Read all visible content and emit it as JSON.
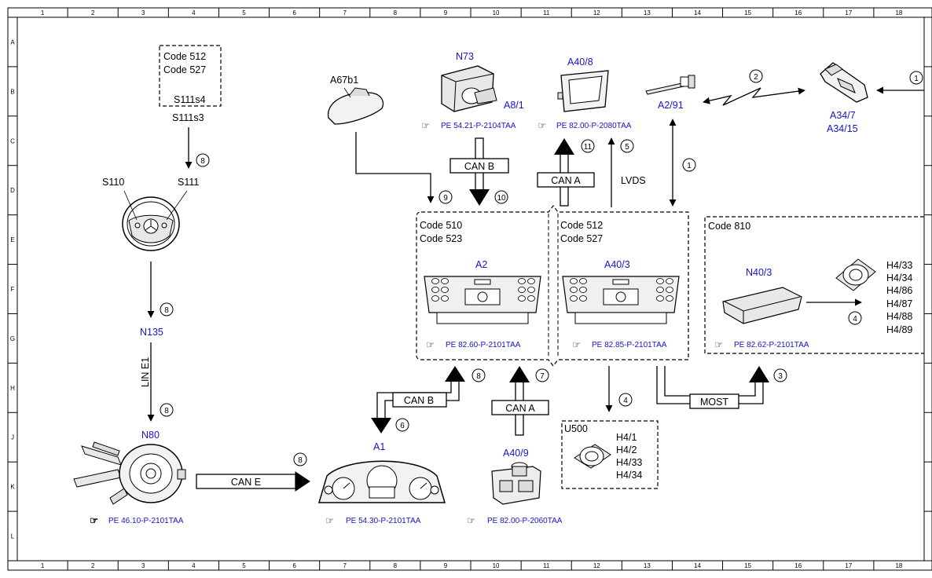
{
  "grid": {
    "columns": [
      "1",
      "2",
      "3",
      "4",
      "5",
      "6",
      "7",
      "8",
      "9",
      "10",
      "11",
      "12",
      "13",
      "14",
      "15",
      "16",
      "17",
      "18"
    ],
    "rows": [
      "A",
      "B",
      "C",
      "D",
      "E",
      "F",
      "G",
      "H",
      "J",
      "K",
      "L"
    ]
  },
  "components": {
    "s111s4_codes": [
      "Code 512",
      "Code 527"
    ],
    "s111s4": "S111s4",
    "s111s3": "S111s3",
    "s110": "S110",
    "s111": "S111",
    "n135": "N135",
    "n80": "N80",
    "a67b1": "A67b1",
    "n73": "N73",
    "a8_1": "A8/1",
    "a40_8": "A40/8",
    "a2_91": "A2/91",
    "a34_7": "A34/7",
    "a34_15": "A34/15",
    "a2": "A2",
    "a40_3": "A40/3",
    "n40_3": "N40/3",
    "a1": "A1",
    "a40_9": "A40/9",
    "u500": "U500"
  },
  "groups": {
    "left_codes": [
      "Code 510",
      "Code 523"
    ],
    "middle_codes": [
      "Code 512",
      "Code 527"
    ],
    "right_code": "Code 810",
    "n40_speakers": [
      "H4/33",
      "H4/34",
      "H4/86",
      "H4/87",
      "H4/88",
      "H4/89"
    ],
    "u500_speakers": [
      "H4/1",
      "H4/2",
      "H4/33",
      "H4/34"
    ]
  },
  "references": {
    "n73": "PE 54.21-P-2104TAA",
    "a40_8": "PE 82.00-P-2080TAA",
    "a2": "PE 82.60-P-2101TAA",
    "a40_3": "PE 82.85-P-2101TAA",
    "n40_3": "PE 82.62-P-2101TAA",
    "n80": "PE 46.10-P-2101TAA",
    "a1": "PE 54.30-P-2101TAA",
    "a40_9": "PE 82.00-P-2060TAA"
  },
  "buses": {
    "can_b_top": "CAN B",
    "can_a_top": "CAN A",
    "lvds": "LVDS",
    "lin_e1": "LIN E1",
    "can_b_bottom": "CAN B",
    "can_a_bottom": "CAN A",
    "most": "MOST",
    "can_e": "CAN E"
  },
  "signals": {
    "s1_a34": "1",
    "s2_radio": "2",
    "s1_a2_91": "1",
    "s3_most": "3",
    "s4_speakers": "4",
    "s4_u500": "4",
    "s5_lvds": "5",
    "s6_can_b": "6",
    "s7_can_a": "7",
    "s8_s111s3": "8",
    "s8_n135": "8",
    "s8_n80": "8",
    "s8_can_b": "8",
    "s8_can_e": "8",
    "s9_a67b1": "9",
    "s10_can_b": "10",
    "s11_can_a": "11"
  },
  "colors": {
    "line": "#000000",
    "label_blue": "#1414c8"
  }
}
